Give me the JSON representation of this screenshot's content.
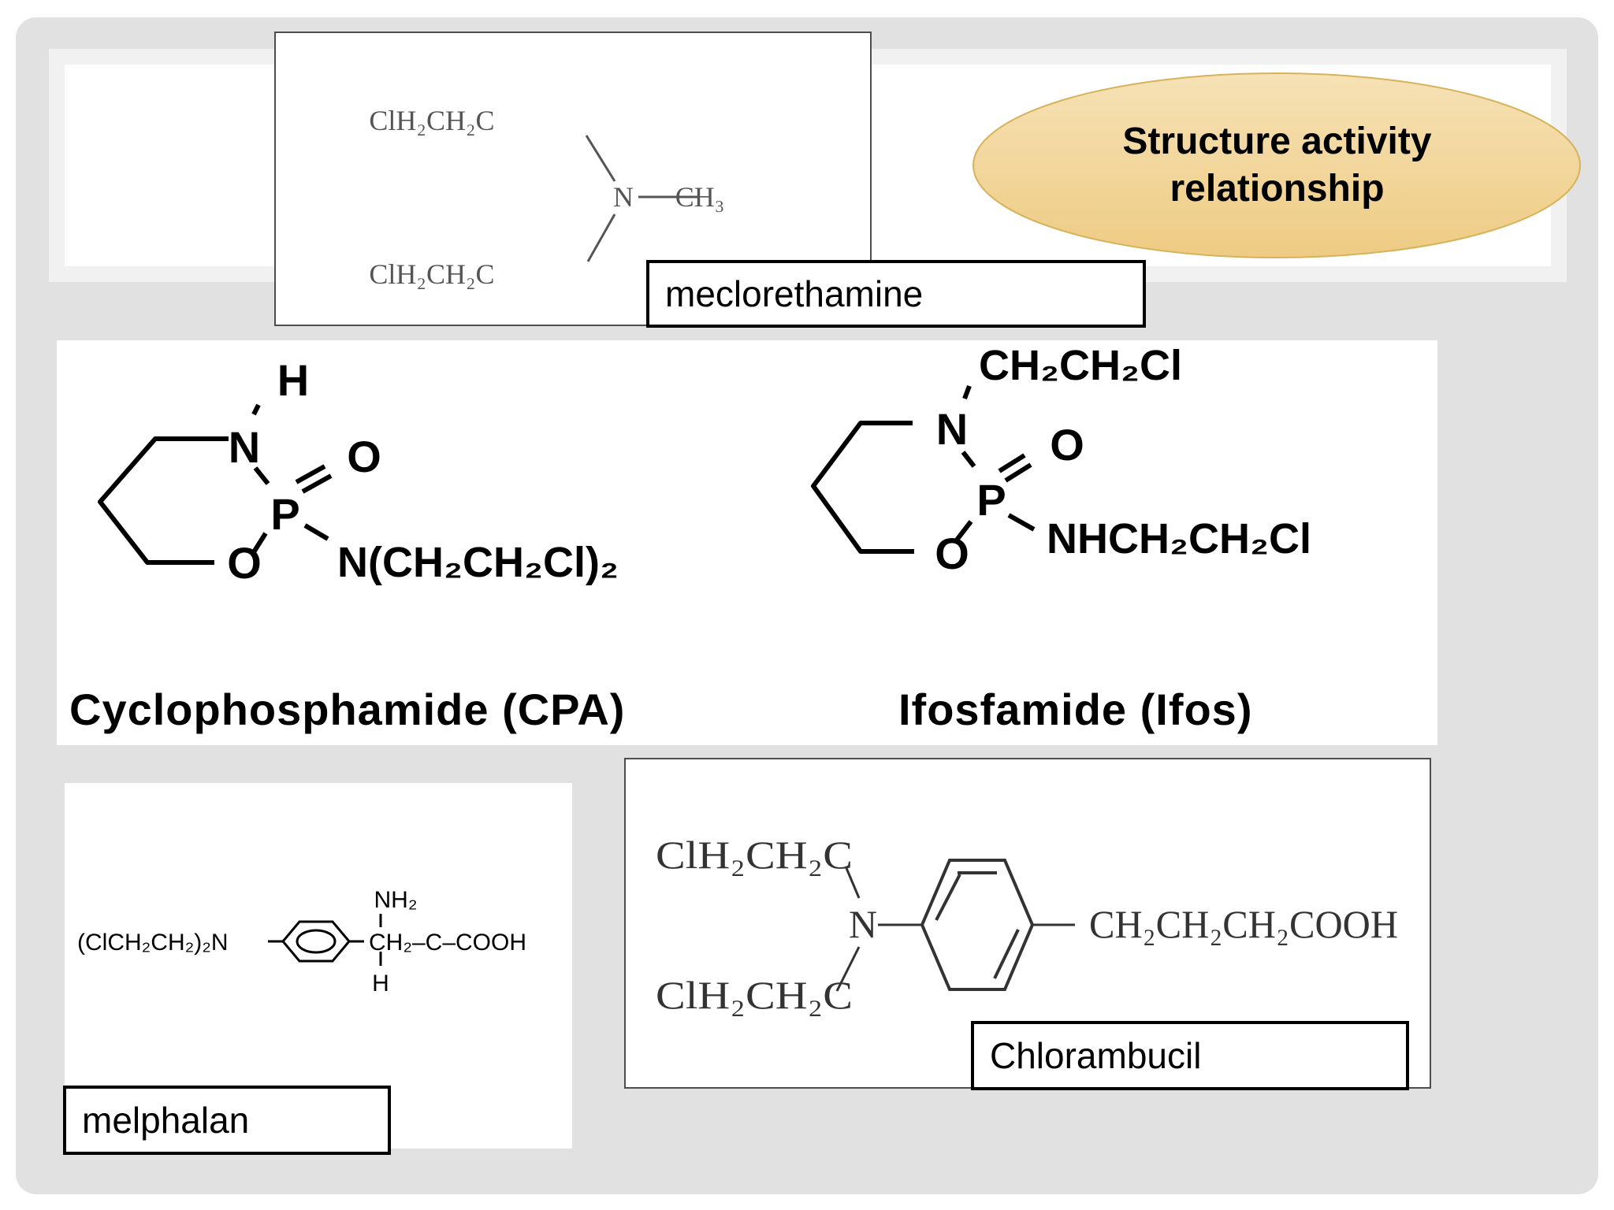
{
  "title": {
    "line1": "Structure activity",
    "line2": "relationship"
  },
  "colors": {
    "ellipse_fill": "#f1d49c",
    "ellipse_stroke": "#d7b25a",
    "slide_bg": "#e1e1e1"
  },
  "mechlorethamine": {
    "label": "meclorethamine",
    "arm_top": "ClH₂CH₂C",
    "arm_bottom": "ClH₂CH₂C",
    "n": "N",
    "methyl": "CH₃"
  },
  "cyclophosphamide": {
    "h": "H",
    "n": "N",
    "p": "P",
    "o_double": "O",
    "o_ring": "O",
    "substituent": "N(CH₂CH₂Cl)₂",
    "name": "Cyclophosphamide (CPA)"
  },
  "ifosfamide": {
    "top": "CH₂CH₂Cl",
    "n": "N",
    "p": "P",
    "o_double": "O",
    "o_ring": "O",
    "substituent": "NHCH₂CH₂Cl",
    "name": "Ifosfamide (Ifos)"
  },
  "melphalan": {
    "label": "melphalan",
    "nh2": "NH₂",
    "left": "(ClCH₂CH₂)₂N",
    "chain": "CH₂–C–COOH",
    "h": "H"
  },
  "chlorambucil": {
    "label": "Chlorambucil",
    "arm_top": "ClH₂CH₂C",
    "arm_bottom": "ClH₂CH₂C",
    "n": "N",
    "chain": "CH₂CH₂CH₂COOH"
  }
}
